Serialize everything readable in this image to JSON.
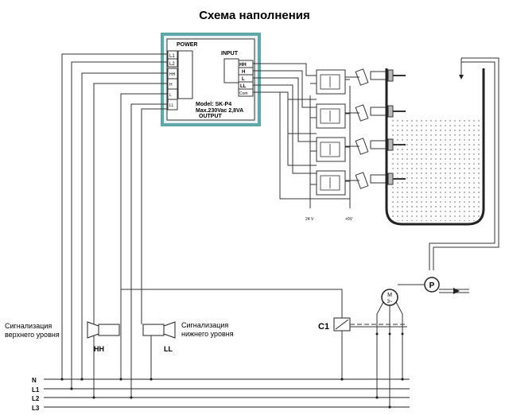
{
  "title": "Схема наполнения",
  "controller": {
    "power_label": "POWER",
    "input_label": "INPUT",
    "output_label": "OUTPUT",
    "model": "Model: SK-P4",
    "rating": "Max.230Vac 2,8VA",
    "power_terminals": [
      "L1",
      "L2"
    ],
    "input_terminals": [
      "HH",
      "H",
      "L",
      "LL",
      "Com"
    ],
    "output_terminals": [
      "HH",
      "H",
      "L",
      "LL"
    ],
    "border_color": "#5fa8a8"
  },
  "power_supply": {
    "label_24v": "24 V",
    "label_0v": "+0V"
  },
  "alarms": {
    "high": {
      "caption_line1": "Сигнализация",
      "caption_line2": "верхнего уровня",
      "tag": "HH"
    },
    "low": {
      "caption_line1": "Сигнализация",
      "caption_line2": "нижнего уровня",
      "tag": "LL"
    }
  },
  "contactor": {
    "label": "C1"
  },
  "motor": {
    "label": "M",
    "sub": "3~"
  },
  "pump": {
    "label": "P"
  },
  "bus_lines": [
    "N",
    "L1",
    "L2",
    "L3"
  ]
}
